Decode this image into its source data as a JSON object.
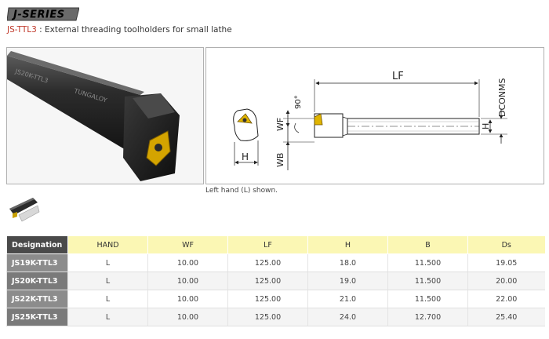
{
  "header": {
    "series_logo": "J-SERIES",
    "model": "JS-TTL3",
    "separator": " : ",
    "description": "External threading toolholders for small lathe"
  },
  "photo": {
    "engraving_model": "JS20K-TTL3",
    "engraving_brand": "TUNGALOY"
  },
  "diagram": {
    "labels": {
      "lf": "LF",
      "dconms": "DCONMS",
      "angle": "90°",
      "wf": "WF",
      "wb": "WB",
      "h_end": "H",
      "h_side": "H"
    }
  },
  "caption": "Left hand (L) shown.",
  "table": {
    "headers": [
      "Designation",
      "HAND",
      "WF",
      "LF",
      "H",
      "B",
      "Ds"
    ],
    "rows": [
      [
        "JS19K-TTL3",
        "L",
        "10.00",
        "125.00",
        "18.0",
        "11.500",
        "19.05"
      ],
      [
        "JS20K-TTL3",
        "L",
        "10.00",
        "125.00",
        "19.0",
        "11.500",
        "20.00"
      ],
      [
        "JS22K-TTL3",
        "L",
        "10.00",
        "125.00",
        "21.0",
        "11.500",
        "22.00"
      ],
      [
        "JS25K-TTL3",
        "L",
        "10.00",
        "125.00",
        "24.0",
        "12.700",
        "25.40"
      ]
    ]
  },
  "colors": {
    "header_dark": "#4a4a4a",
    "header_yellow": "#fbf7b4",
    "designation_gray": "#8c8c8c",
    "insert_gold": "#e0b400",
    "model_red": "#c0392b"
  }
}
